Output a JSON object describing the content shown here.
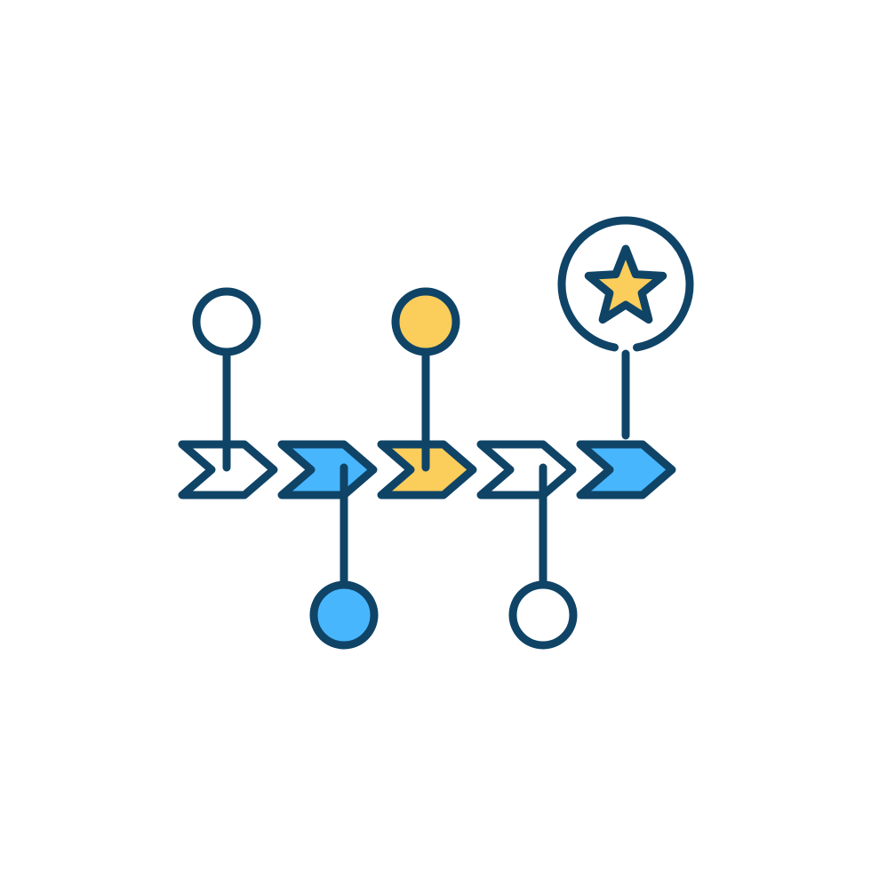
{
  "illustration": {
    "icon_name": "timeline-milestones-icon",
    "colors": {
      "stroke": "#0f4467",
      "blue_fill": "#48b6fd",
      "yellow_fill": "#fbcd5b",
      "empty_fill": "#ffffff",
      "background": "#ffffff"
    },
    "steps": [
      {
        "fill": "empty",
        "marker": "top",
        "marker_fill": "empty"
      },
      {
        "fill": "blue",
        "marker": "bottom",
        "marker_fill": "blue"
      },
      {
        "fill": "yellow",
        "marker": "top",
        "marker_fill": "yellow"
      },
      {
        "fill": "empty",
        "marker": "bottom",
        "marker_fill": "empty"
      },
      {
        "fill": "blue",
        "marker": "goal",
        "marker_fill": "star"
      }
    ],
    "goal_marker": {
      "icon": "star-icon",
      "star_fill": "yellow"
    }
  }
}
